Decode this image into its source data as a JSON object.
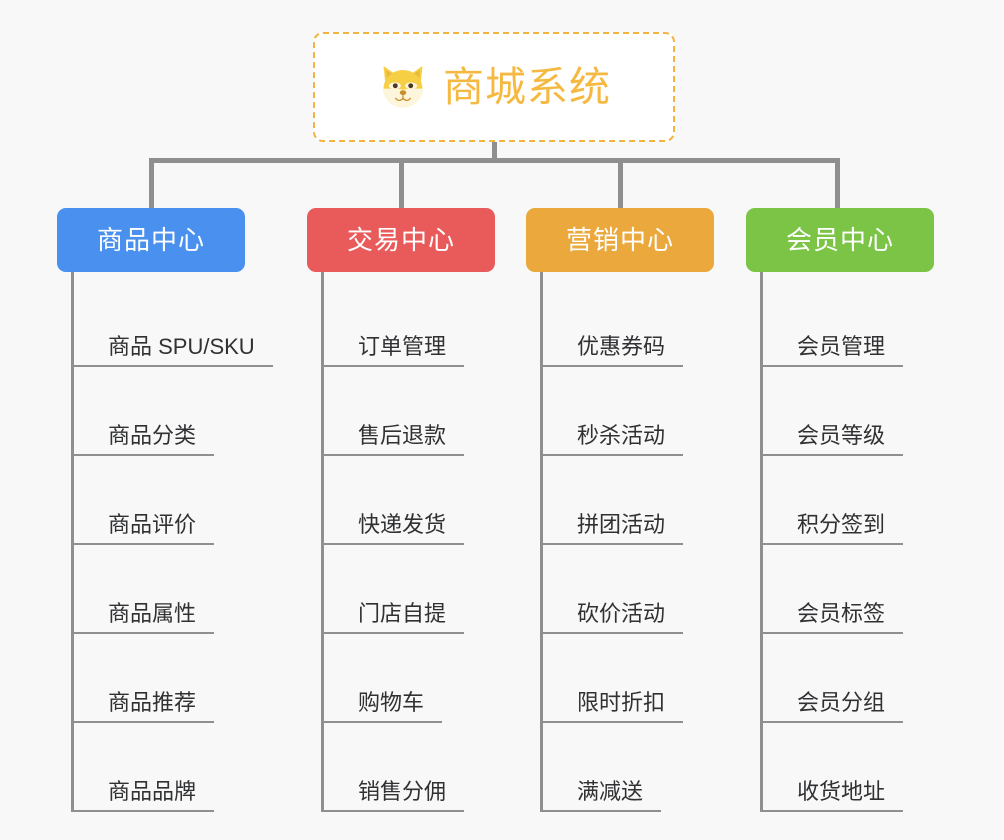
{
  "page": {
    "background_color": "#f8f8f8",
    "diagram_type": "mind-map"
  },
  "root": {
    "title": "商城系统",
    "icon": "shiba-inu-dog-face-emoji",
    "border_color": "#f3b340",
    "text_color": "#f5b942",
    "background_color": "#ffffff"
  },
  "connector": {
    "color": "#8f8f8f"
  },
  "branches": [
    {
      "id": "product-center",
      "label": "商品中心",
      "color": "#4990ef",
      "color_class": "cat-blue",
      "items": [
        {
          "label": "商品 SPU/SKU"
        },
        {
          "label": "商品分类"
        },
        {
          "label": "商品评价"
        },
        {
          "label": "商品属性"
        },
        {
          "label": "商品推荐"
        },
        {
          "label": "商品品牌"
        }
      ]
    },
    {
      "id": "trade-center",
      "label": "交易中心",
      "color": "#e95b5b",
      "color_class": "cat-red",
      "items": [
        {
          "label": "订单管理"
        },
        {
          "label": "售后退款"
        },
        {
          "label": "快递发货"
        },
        {
          "label": "门店自提"
        },
        {
          "label": "购物车"
        },
        {
          "label": "销售分佣"
        }
      ]
    },
    {
      "id": "marketing-center",
      "label": "营销中心",
      "color": "#eaa83d",
      "color_class": "cat-orange",
      "items": [
        {
          "label": "优惠券码"
        },
        {
          "label": "秒杀活动"
        },
        {
          "label": "拼团活动"
        },
        {
          "label": "砍价活动"
        },
        {
          "label": "限时折扣"
        },
        {
          "label": "满减送"
        }
      ]
    },
    {
      "id": "member-center",
      "label": "会员中心",
      "color": "#7bc446",
      "color_class": "cat-green",
      "items": [
        {
          "label": "会员管理"
        },
        {
          "label": "会员等级"
        },
        {
          "label": "积分签到"
        },
        {
          "label": "会员标签"
        },
        {
          "label": "会员分组"
        },
        {
          "label": "收货地址"
        }
      ]
    }
  ]
}
